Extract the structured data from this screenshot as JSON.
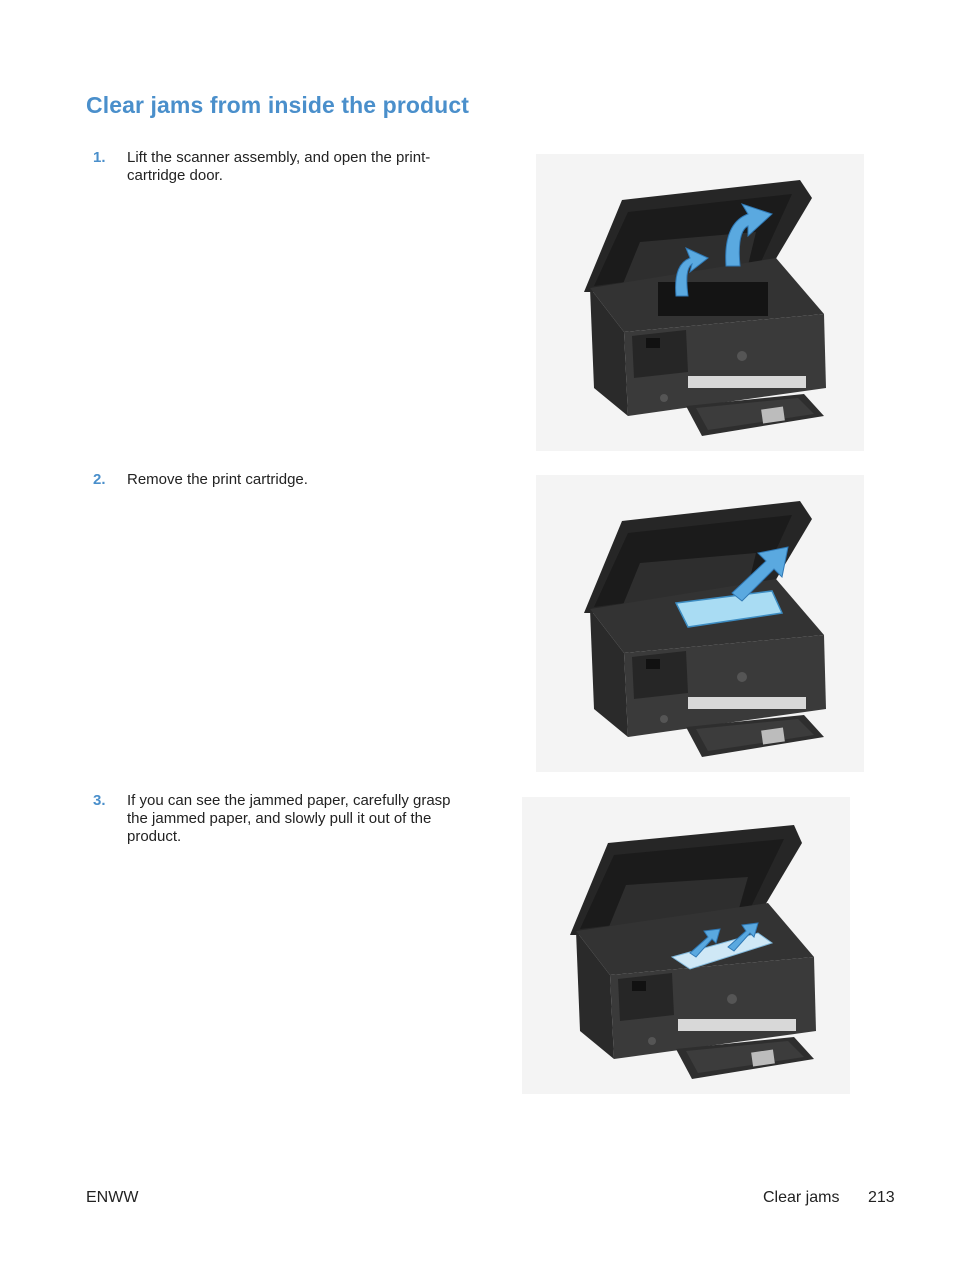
{
  "page": {
    "title": "Clear jams from inside the product",
    "steps": [
      {
        "number": "1.",
        "text": "Lift the scanner assembly, and open the print-cartridge door."
      },
      {
        "number": "2.",
        "text": "Remove the print cartridge."
      },
      {
        "number": "3.",
        "text": "If you can see the jammed paper, carefully grasp the jammed paper, and slowly pull it out of the product."
      }
    ]
  },
  "footer": {
    "left": "ENWW",
    "section": "Clear jams",
    "page_number": "213"
  },
  "colors": {
    "heading": "#4a8fcb",
    "arrow": "#5aa9e0",
    "printer_body": "#3a3a3a"
  }
}
